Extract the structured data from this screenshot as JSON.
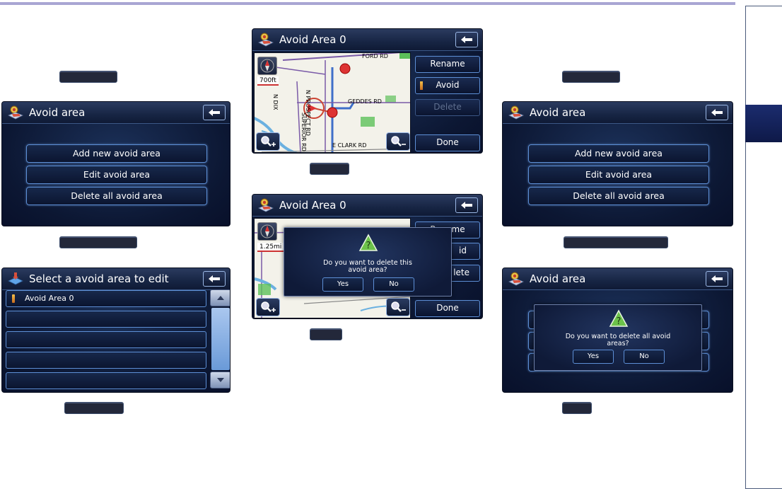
{
  "colors": {
    "accent_line": "#a9a6d3",
    "button_border": "#5d8fd6",
    "screen_bg": "#0c1733",
    "sidebar_tab": "#14215a"
  },
  "screen_avoid_area_left": {
    "title": "Avoid area",
    "buttons": [
      "Add new avoid area",
      "Edit avoid area",
      "Delete all avoid area"
    ]
  },
  "screen_select_avoid_area": {
    "title": "Select a avoid area to edit",
    "rows": [
      "Avoid Area 0",
      "",
      "",
      "",
      ""
    ]
  },
  "screen_avoid_area_map": {
    "title": "Avoid Area 0",
    "scale": "700ft",
    "side_buttons": {
      "rename": "Rename",
      "avoid": "Avoid",
      "delete": "Delete",
      "done": "Done"
    },
    "roads": [
      "FORD RD",
      "N PROSPECT RD",
      "GEDDES RD",
      "SUPERIOR RD",
      "E CLARK RD",
      "N DIX"
    ]
  },
  "screen_delete_confirm": {
    "title": "Avoid Area 0",
    "scale": "1.25mi",
    "side_buttons": {
      "rename": "Rename",
      "avoid": "id",
      "delete": "lete",
      "done": "Done"
    },
    "dialog": {
      "message_line1": "Do you want to delete this",
      "message_line2": "avoid area?",
      "yes": "Yes",
      "no": "No"
    }
  },
  "screen_avoid_area_right": {
    "title": "Avoid area",
    "buttons": [
      "Add new avoid area",
      "Edit avoid area",
      "Delete all avoid area"
    ]
  },
  "screen_delete_all_confirm": {
    "title": "Avoid area",
    "dialog": {
      "message_line1": "Do you want to delete all avoid",
      "message_line2": "areas?",
      "yes": "Yes",
      "no": "No"
    }
  },
  "icons": {
    "back": "left-arrow-icon",
    "zoom_in": "magnifier-plus-icon",
    "zoom_out": "magnifier-minus-icon",
    "compass": "compass-north-icon",
    "warning": "question-triangle-icon",
    "app": "avoid-area-icon",
    "scroll_up": "triangle-up-icon",
    "scroll_down": "triangle-down-icon"
  }
}
